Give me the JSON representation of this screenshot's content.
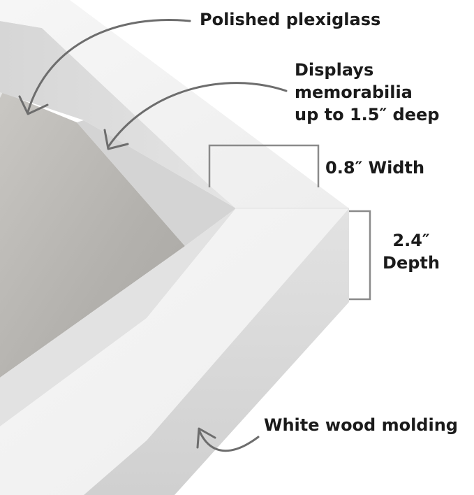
{
  "callouts": {
    "plexiglass": "Polished plexiglass",
    "display_line1": "Displays",
    "display_line2": "memorabilia",
    "display_line3": "up to 1.5″ deep",
    "width": "0.8″ Width",
    "depth_line1": "2.4″",
    "depth_line2": "Depth",
    "molding": "White wood molding"
  },
  "colors": {
    "frame_front": "#f1f1f1",
    "frame_side": "#d9d9d9",
    "frame_inner": "#cfcfcf",
    "backing": "#bfbdb9",
    "arrow": "#6d6d6d",
    "bracket": "#8a8a8a",
    "text": "#1a1a1a"
  }
}
